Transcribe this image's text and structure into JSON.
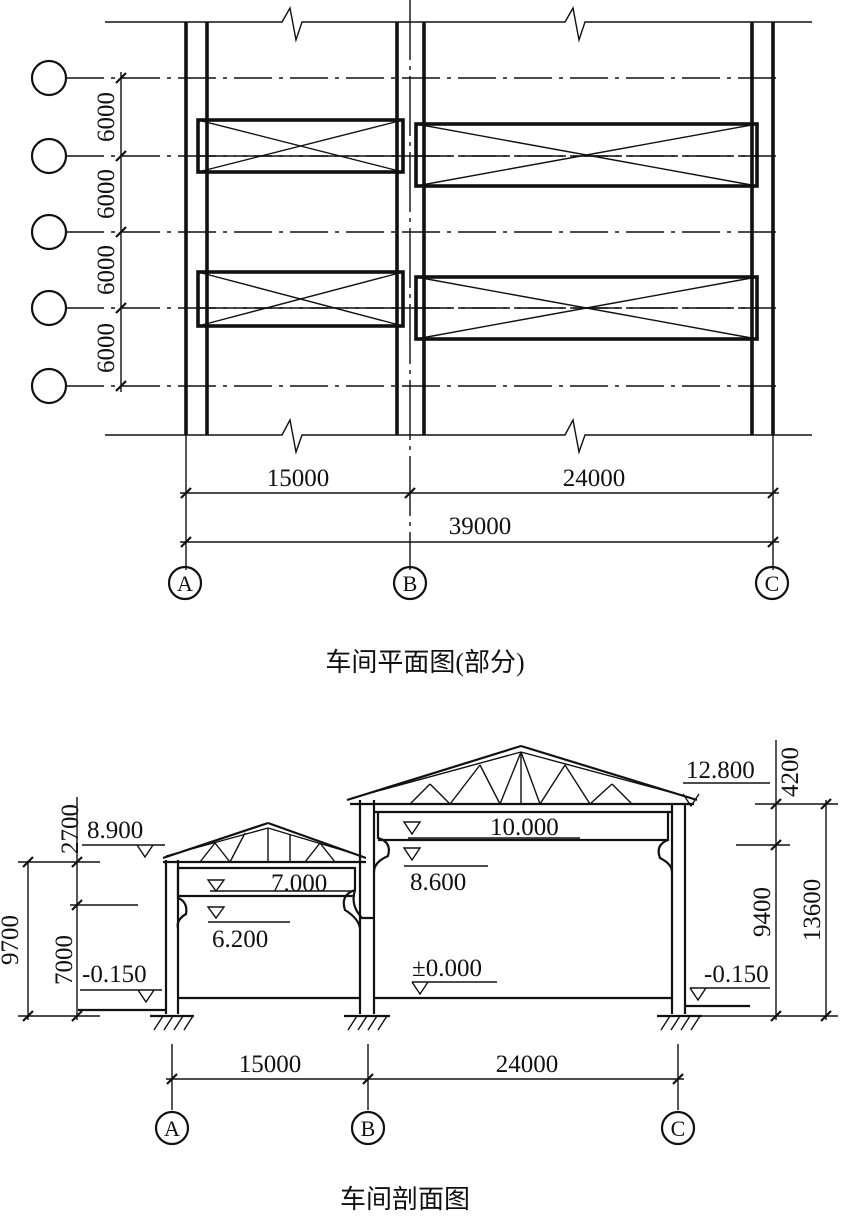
{
  "plan": {
    "caption": "车间平面图(部分)",
    "bay_dims": [
      "6000",
      "6000",
      "6000",
      "6000"
    ],
    "span_dims": [
      "15000",
      "24000"
    ],
    "total_dim": "39000",
    "axes": [
      "A",
      "B",
      "C"
    ]
  },
  "section": {
    "caption": "车间剖面图",
    "left_elevations": [
      "8.900",
      "7.000",
      "6.200",
      "-0.150"
    ],
    "right_elevations": [
      "12.800",
      "10.000",
      "8.600",
      "±0.000",
      "-0.150"
    ],
    "left_dims": [
      "2700",
      "7000",
      "9700"
    ],
    "right_dims": [
      "4200",
      "9400",
      "13600"
    ],
    "span_dims": [
      "15000",
      "24000"
    ],
    "axes": [
      "A",
      "B",
      "C"
    ]
  }
}
